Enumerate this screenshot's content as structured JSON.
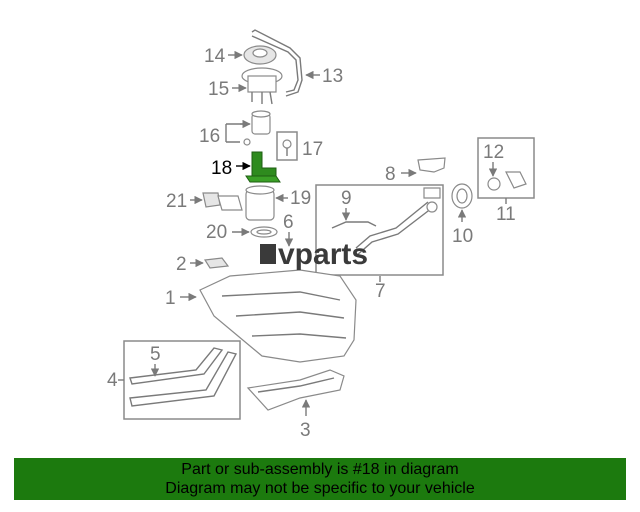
{
  "callouts": {
    "p1": "1",
    "p2": "2",
    "p3": "3",
    "p4": "4",
    "p5": "5",
    "p6": "6",
    "p7": "7",
    "p8": "8",
    "p9": "9",
    "p10": "10",
    "p11": "11",
    "p12": "12",
    "p13": "13",
    "p14": "14",
    "p15": "15",
    "p16": "16",
    "p17": "17",
    "p18": "18",
    "p19": "19",
    "p20": "20",
    "p21": "21"
  },
  "highlight_part": "18",
  "highlight_color": "#2e8b1e",
  "watermark": "vparts",
  "banner": {
    "line1": "Part or sub-assembly is #18 in diagram",
    "line2": "Diagram may not be specific to your vehicle",
    "background": "#1c7a0e"
  }
}
